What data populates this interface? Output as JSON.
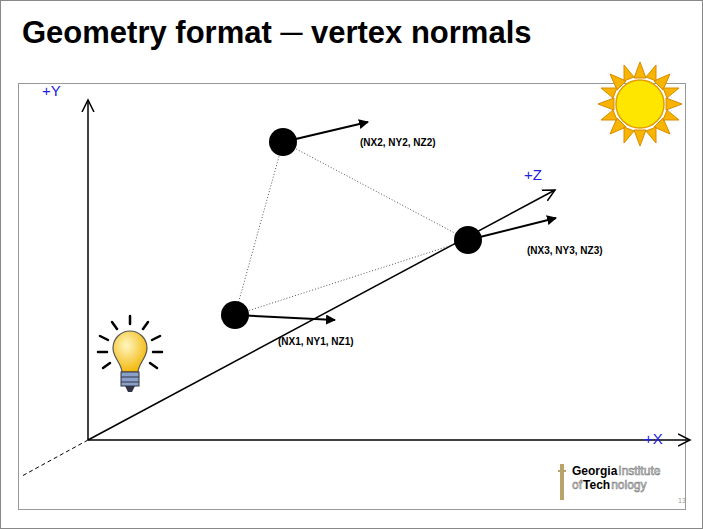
{
  "diagram": {
    "title": "Geometry format ─ vertex normals",
    "labels": [
      "+Y",
      "+Z",
      "+X",
      "(NX2, NY2, NZ2)",
      "(NX3, NY3, NZ3)",
      "(NX1, NY1, NZ1)",
      "Georgia",
      "Institute",
      "of",
      "Tech",
      "nology",
      "13"
    ]
  }
}
